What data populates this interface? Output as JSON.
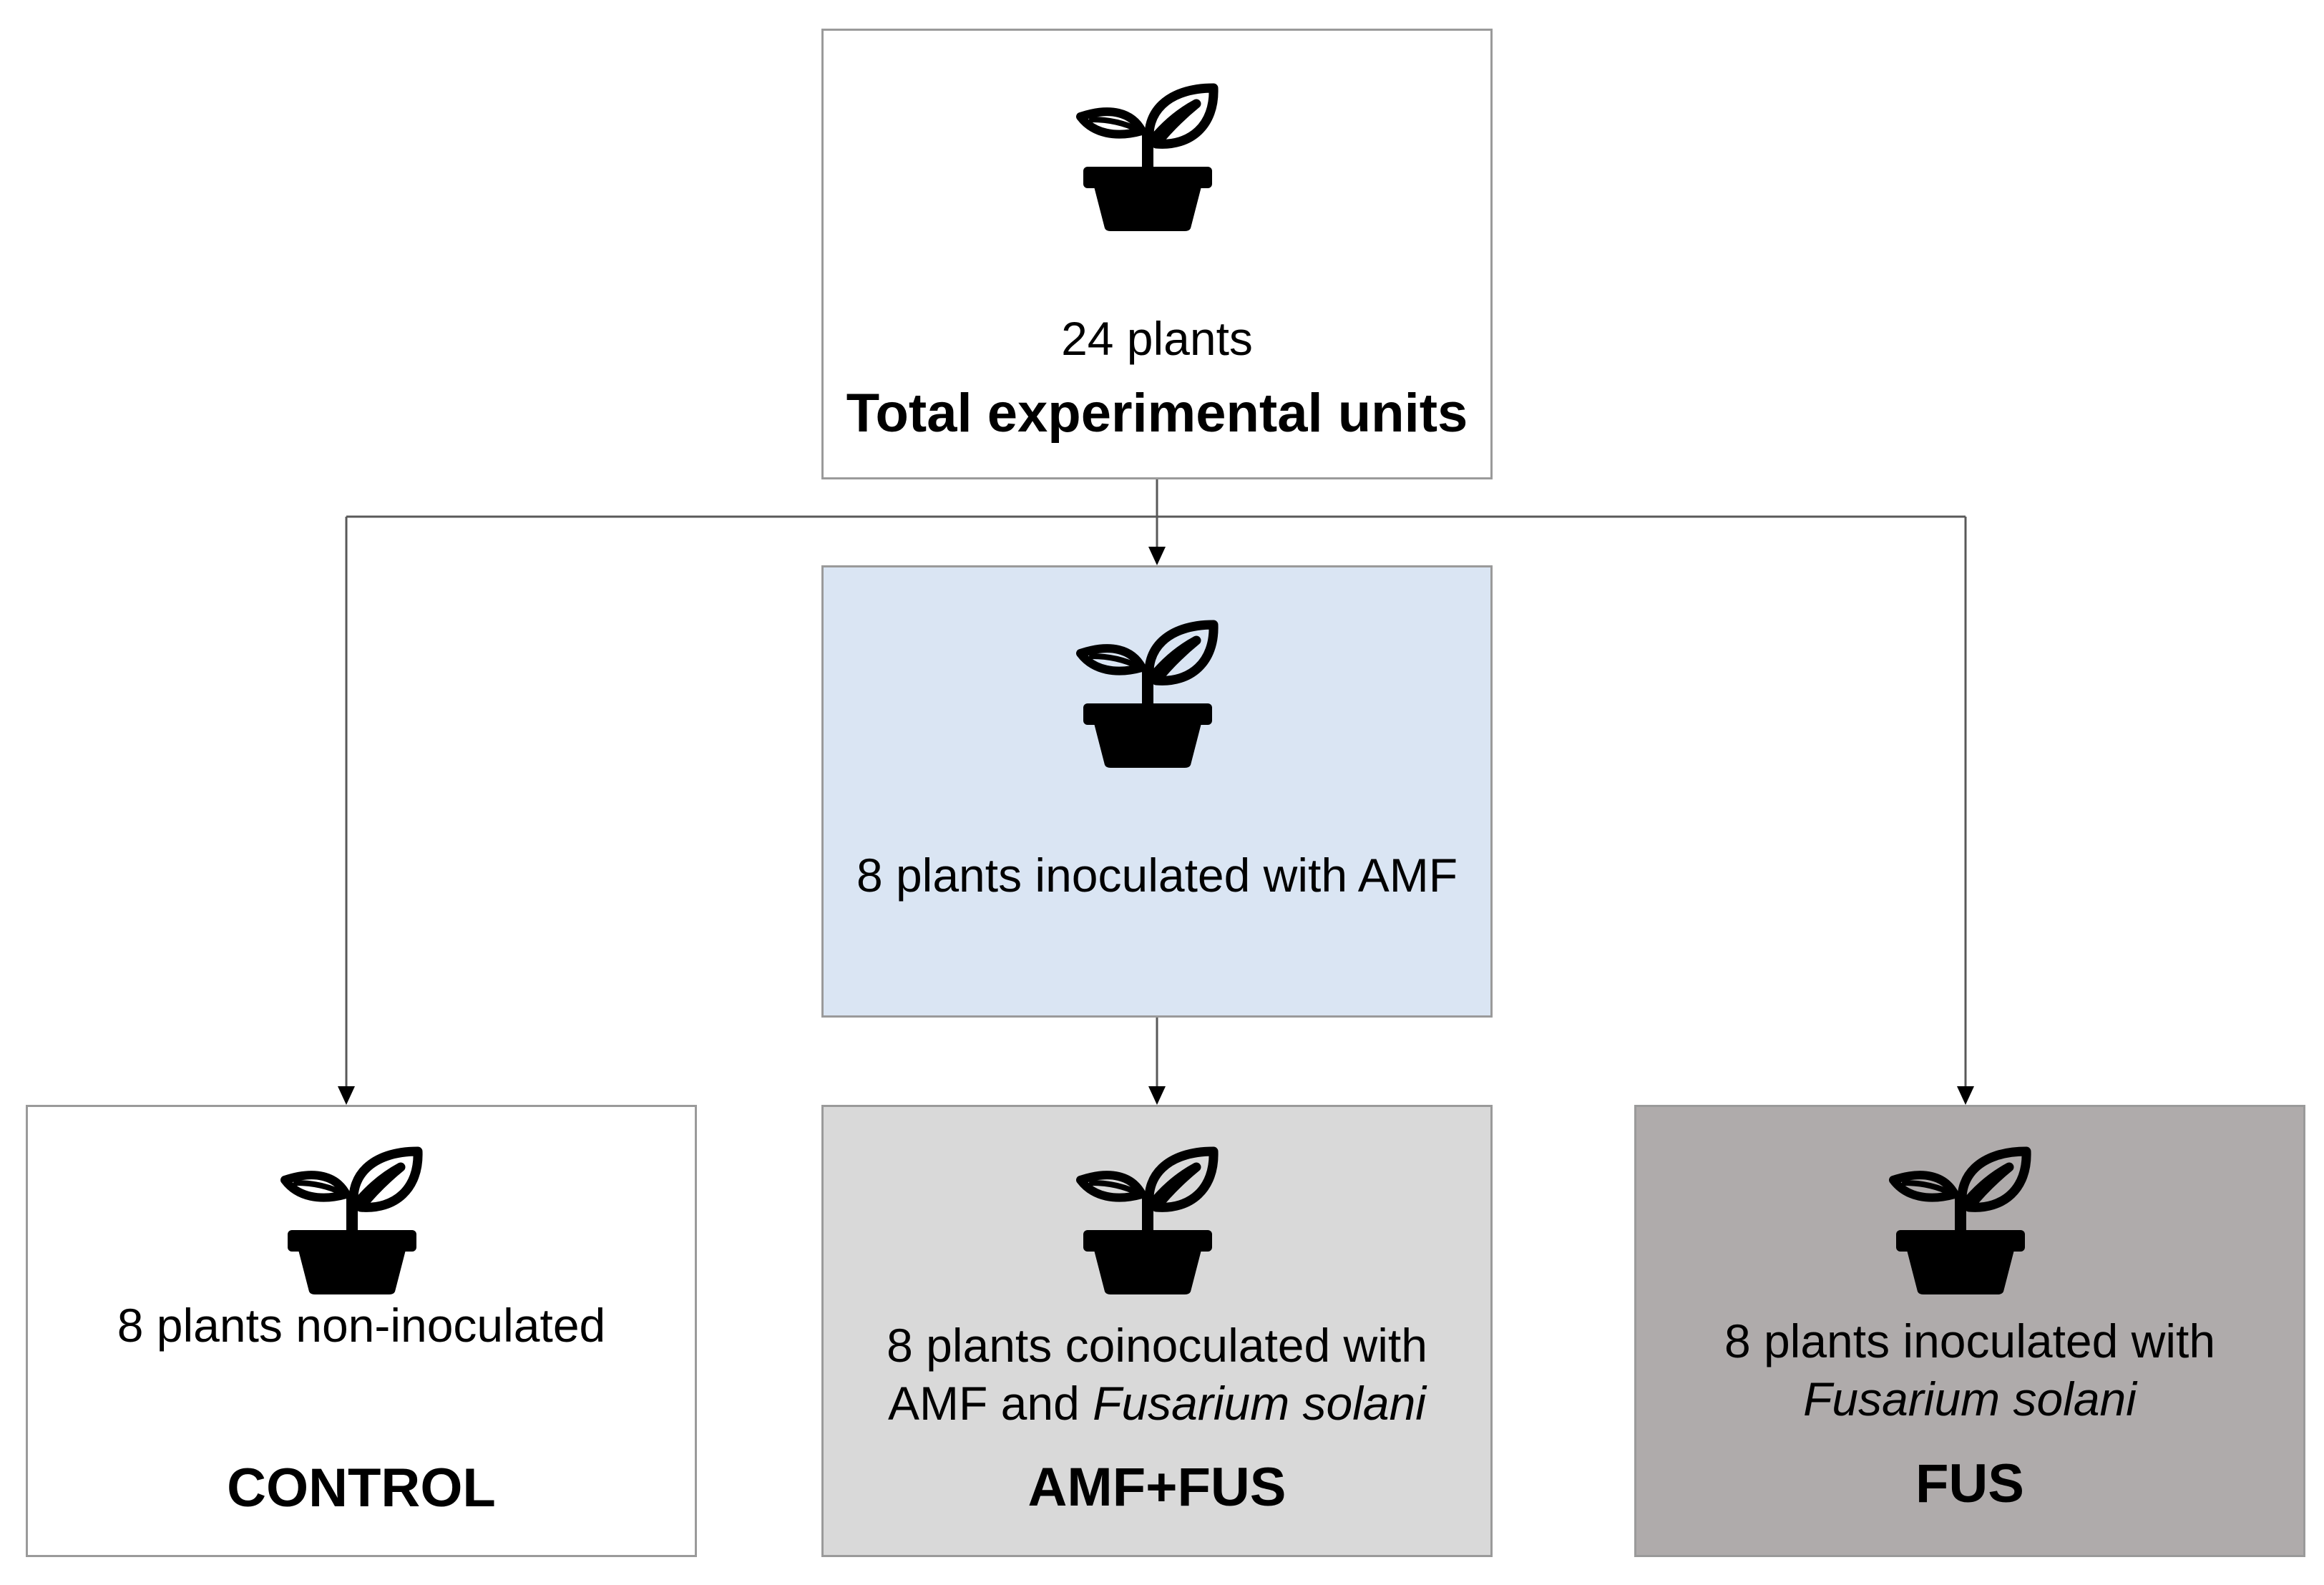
{
  "colors": {
    "top_fill": "#ffffff",
    "amf_fill": "#dae5f3",
    "control_fill": "#ffffff",
    "amffus_fill": "#d9d9d9",
    "fus_fill": "#afabab",
    "border": "#9a9a9a",
    "connector": "#595959",
    "icon": "#000000"
  },
  "icon_name": "potted-plant-icon",
  "top_box": {
    "count": "24 plants",
    "title": "Total experimental units"
  },
  "amf_box": {
    "text": "8 plants inoculated with AMF"
  },
  "control_box": {
    "text": "8 plants non-inoculated",
    "label": "CONTROL"
  },
  "amffus_box": {
    "line1": "8 plants coinoculated with",
    "line2_prefix": "AMF and ",
    "line2_species": "Fusarium solani",
    "label": "AMF+FUS"
  },
  "fus_box": {
    "line1": "8 plants inoculated with",
    "line2_species": "Fusarium solani",
    "label": "FUS"
  }
}
